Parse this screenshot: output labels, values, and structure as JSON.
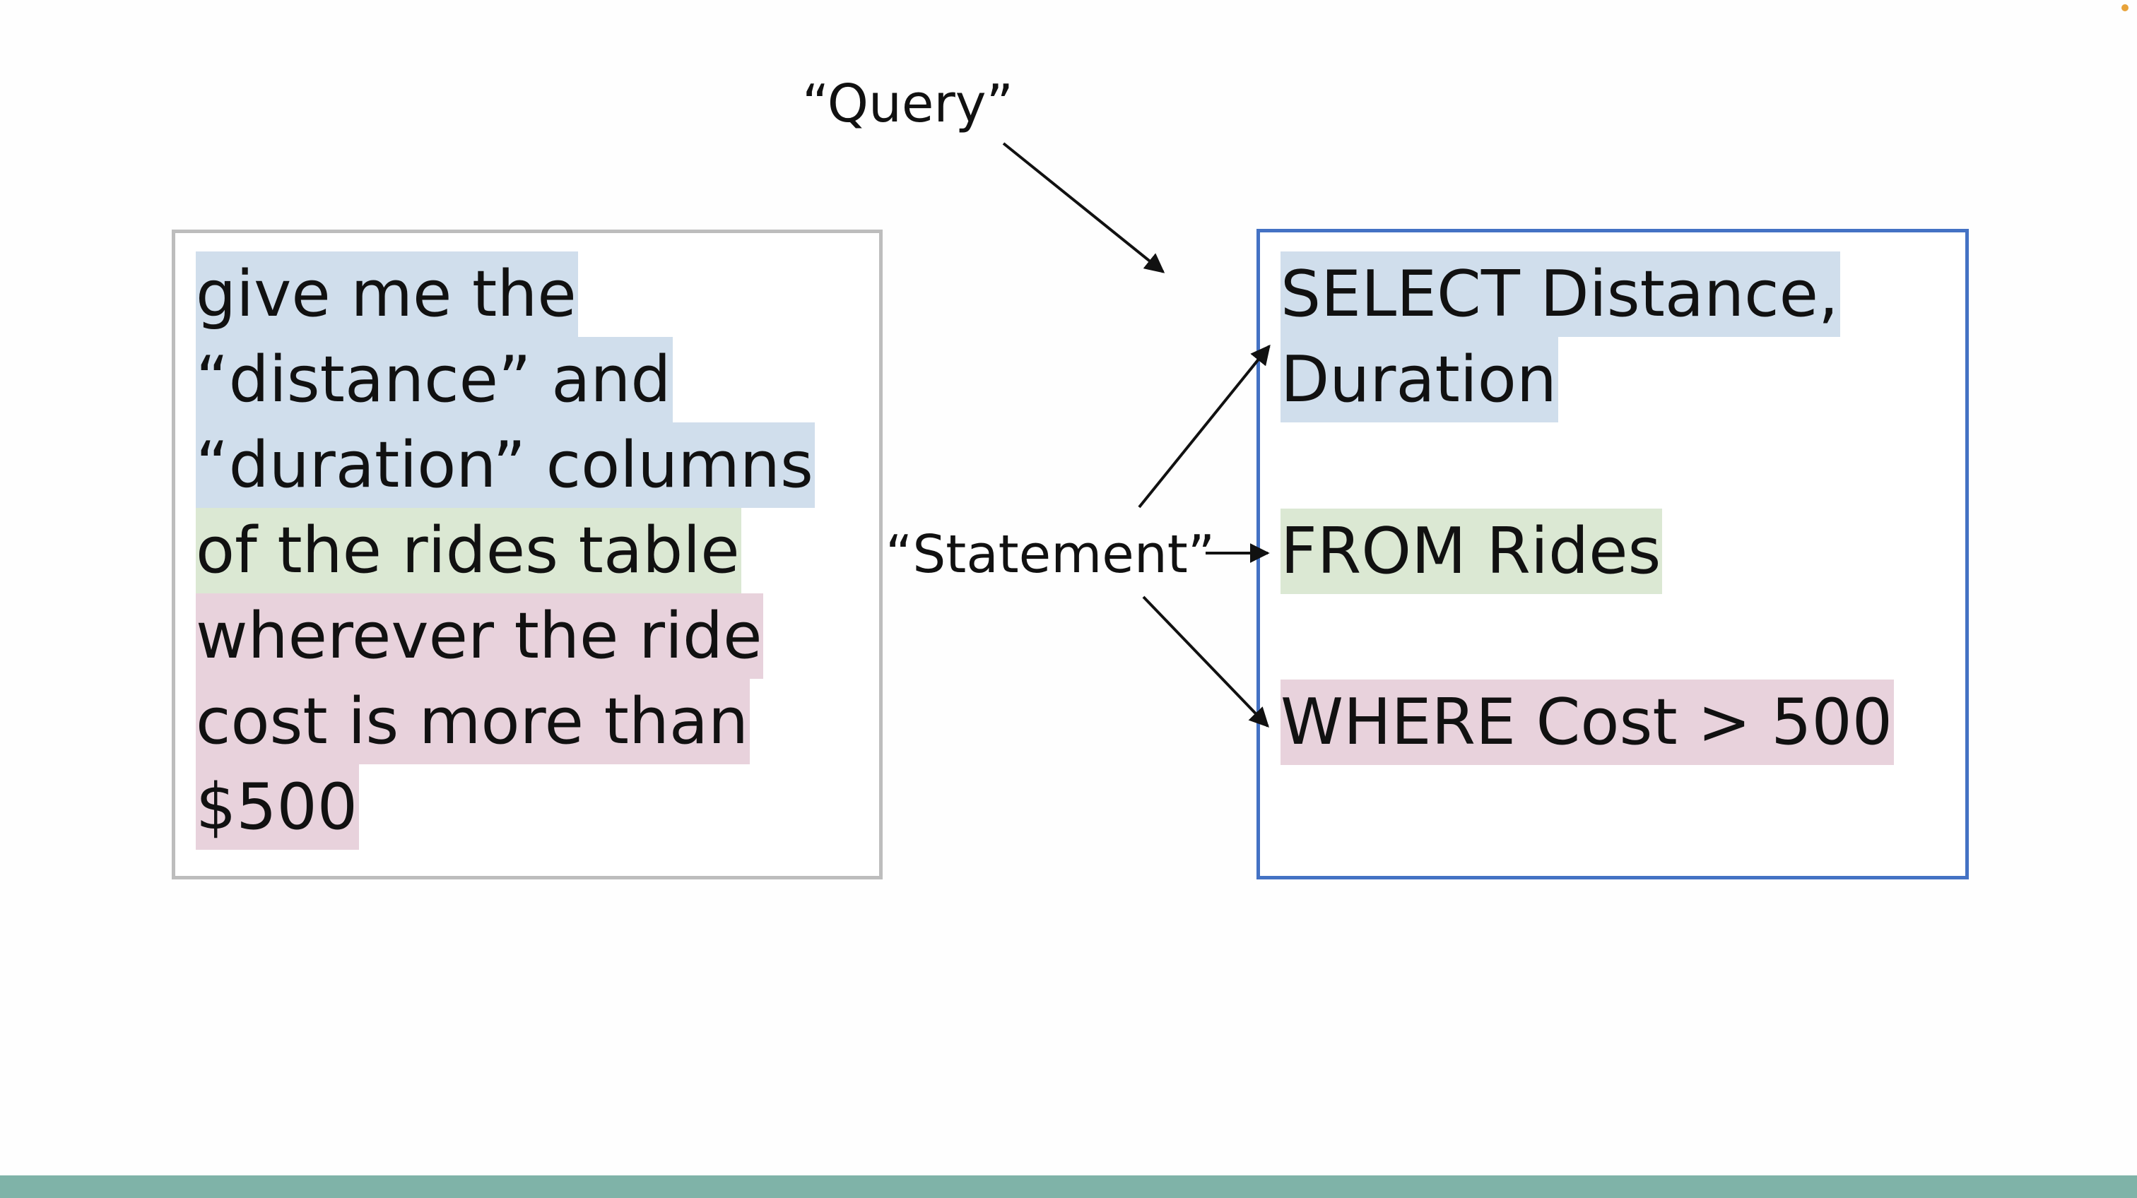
{
  "colors": {
    "highlight_select": "#d0deec",
    "highlight_from": "#dbe8d3",
    "highlight_where": "#e8d2dc",
    "left_box_border": "#bdbdbd",
    "right_box_border": "#4472c4",
    "bottom_bar": "#7fb3a8",
    "corner_dot": "#e8a33a"
  },
  "labels": {
    "query": "“Query”",
    "statement": "“Statement”"
  },
  "natural_language": {
    "lines": [
      "give me the",
      "“distance” and",
      "“duration” columns",
      "of the rides table",
      "wherever the ride",
      "cost is more than",
      "$500"
    ]
  },
  "sql": {
    "select_line1": "SELECT Distance,",
    "select_line2": "Duration",
    "from": "FROM Rides",
    "where": "WHERE Cost > 500"
  }
}
